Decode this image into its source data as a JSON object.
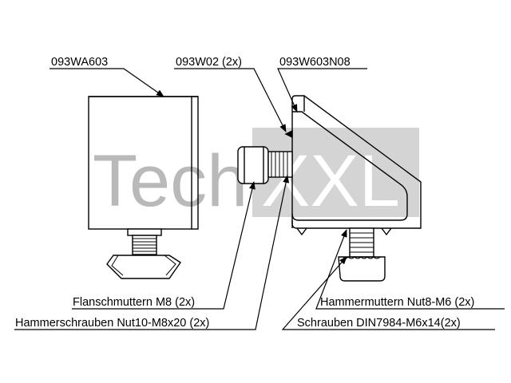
{
  "labels": {
    "part_093wa603": "093WA603",
    "part_093w02": "093W02 (2x)",
    "part_093w603n08": "093W603N08",
    "flanschmuttern": "Flanschmuttern M8 (2x)",
    "hammerschrauben": "Hammerschrauben Nut10-M8x20 (2x)",
    "hammermuttern": "Hammermuttern Nut8-M6 (2x)",
    "schrauben": "Schrauben DIN7984-M6x14(2x)"
  },
  "watermark": {
    "text_left": "Tech",
    "text_right": "XXL"
  },
  "colors": {
    "line": "#000000",
    "watermark_gray": "#b9b9b9",
    "watermark_box": "#d4d4d4",
    "background": "#ffffff"
  }
}
